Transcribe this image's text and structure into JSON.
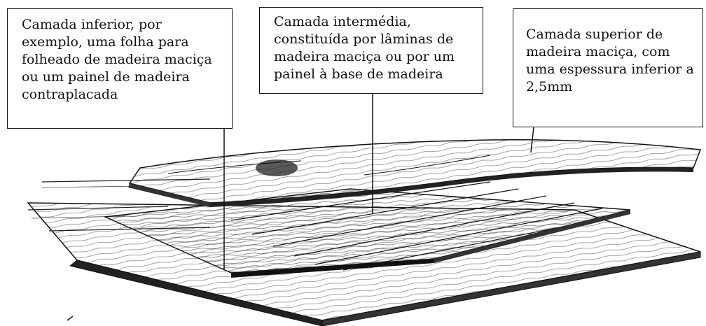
{
  "callouts": {
    "lower_layer": "Camada inferior, por\nexemplo, uma folha para\nfolheado de madeira maciça\nou um painel de madeira\ncontraplacada",
    "middle_layer": "Camada intermédia,\nconstituída por lâminas de\nmadeira maciça ou por um\npainel à base de madeira",
    "upper_layer": "Camada superior de\nmadeira maciça, com\numa espessura inferior a\n2,5mm"
  },
  "colors": {
    "ink": "#111111",
    "background": "#ffffff"
  }
}
